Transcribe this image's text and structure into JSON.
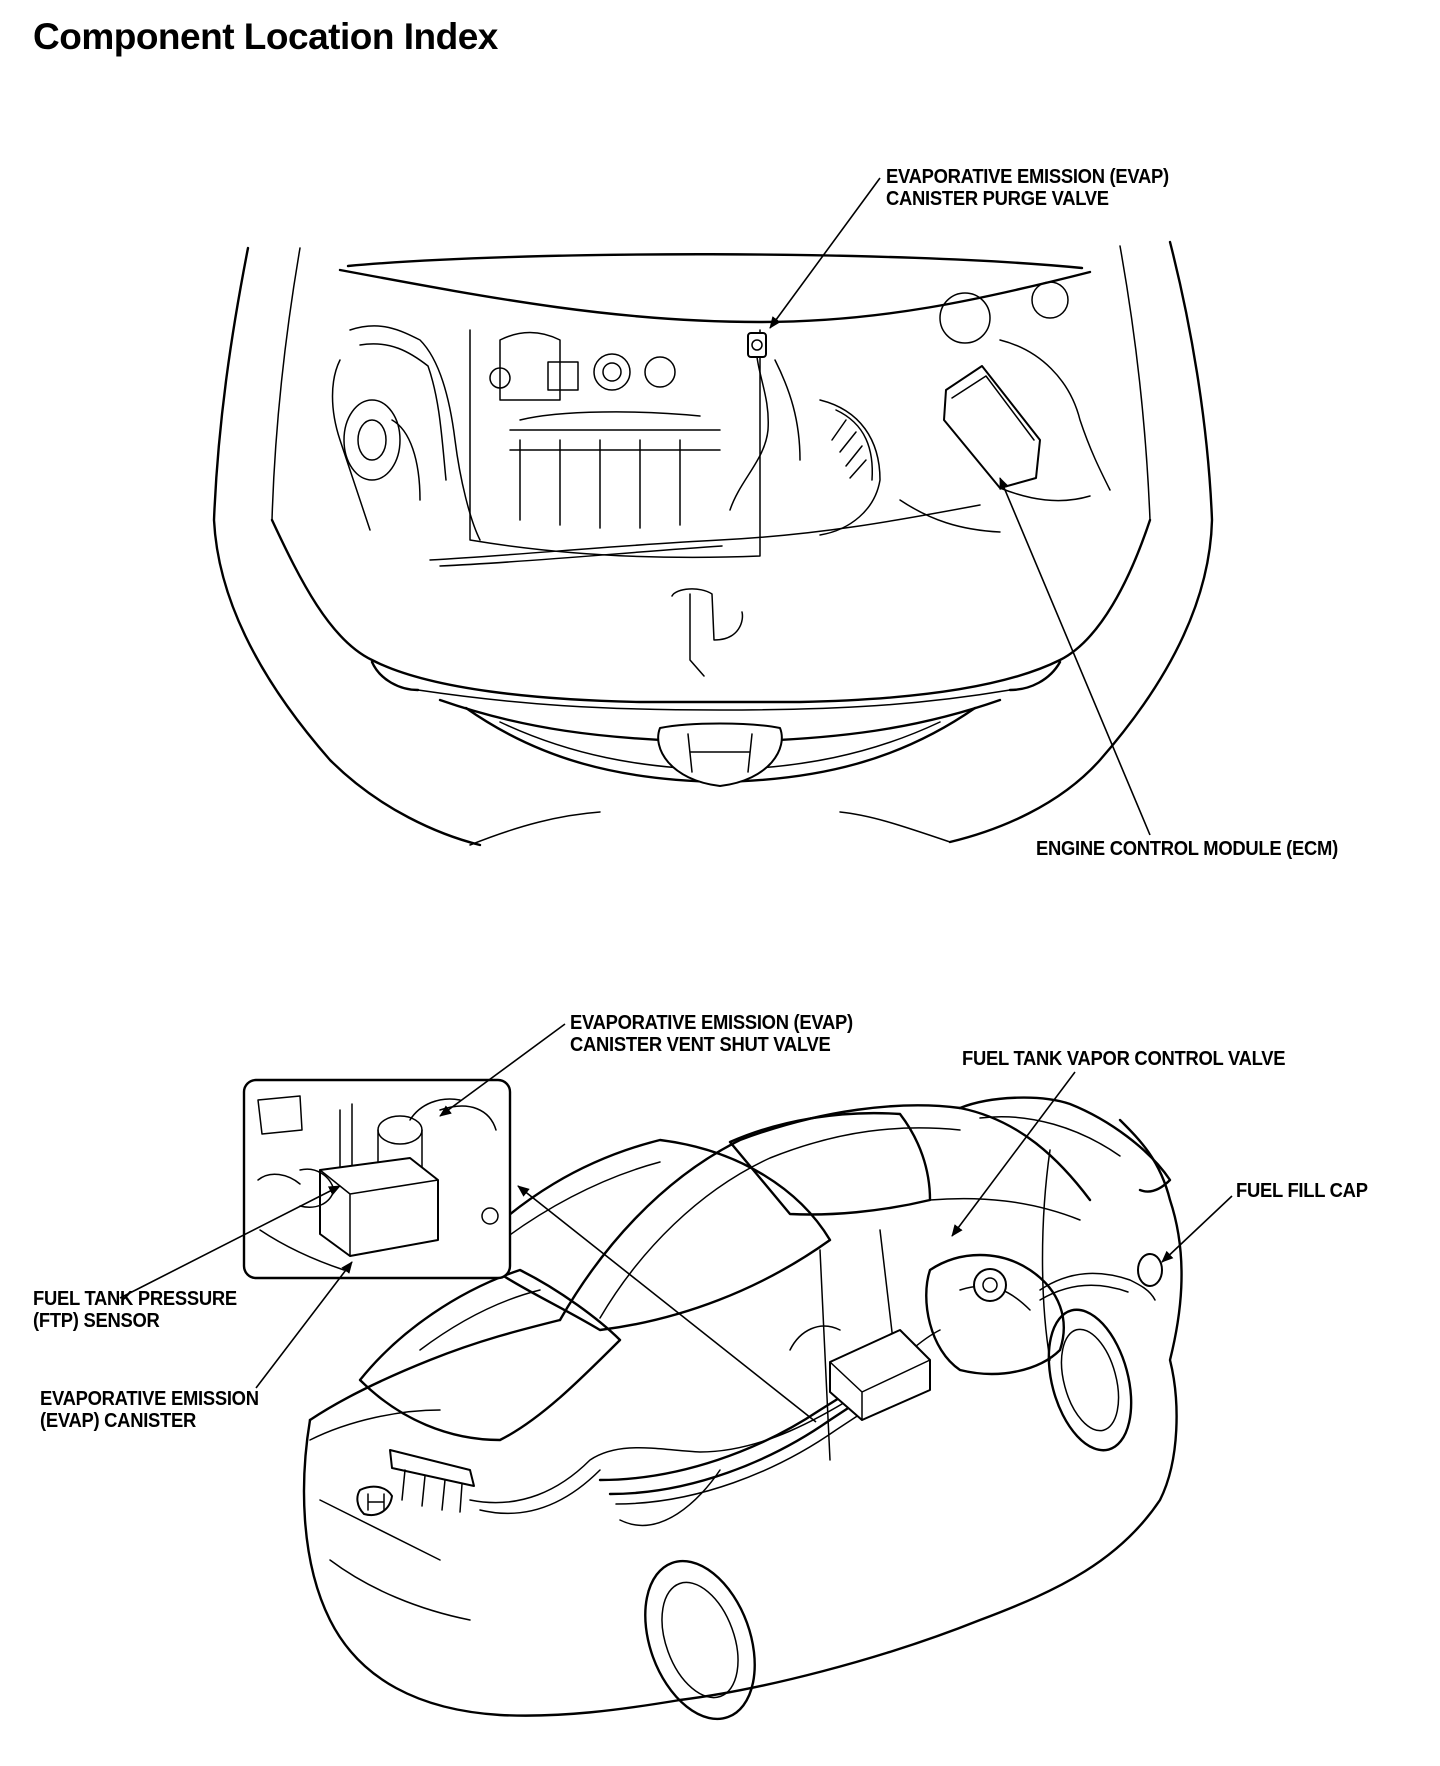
{
  "page": {
    "title": "Component Location Index"
  },
  "labels": {
    "purge_valve": [
      "EVAPORATIVE EMISSION (EVAP)",
      "CANISTER PURGE VALVE"
    ],
    "ecm": [
      "ENGINE CONTROL MODULE (ECM)"
    ],
    "vent_shut_valve": [
      "EVAPORATIVE EMISSION (EVAP)",
      "CANISTER VENT SHUT VALVE"
    ],
    "vapor_control_valve": [
      "FUEL TANK VAPOR CONTROL VALVE"
    ],
    "fuel_fill_cap": [
      "FUEL FILL CAP"
    ],
    "ftp_sensor": [
      "FUEL TANK PRESSURE",
      "(FTP) SENSOR"
    ],
    "evap_canister": [
      "EVAPORATIVE EMISSION",
      "(EVAP) CANISTER"
    ]
  },
  "icons": {
    "brand_emblem": "honda-h-emblem-icon",
    "detail_inset": "magnified-detail-inset"
  }
}
